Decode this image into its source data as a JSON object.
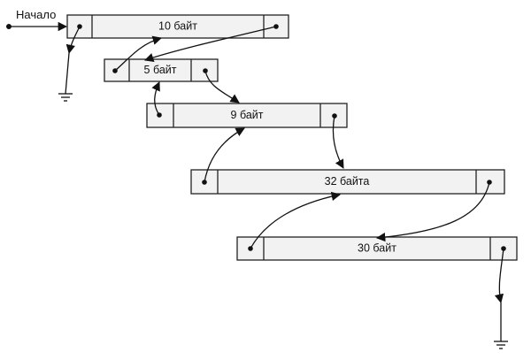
{
  "start_label": "Начало",
  "blocks": [
    {
      "size_label": "10 байт"
    },
    {
      "size_label": "5 байт"
    },
    {
      "size_label": "9 байт"
    },
    {
      "size_label": "32 байта"
    },
    {
      "size_label": "30 байт"
    }
  ]
}
